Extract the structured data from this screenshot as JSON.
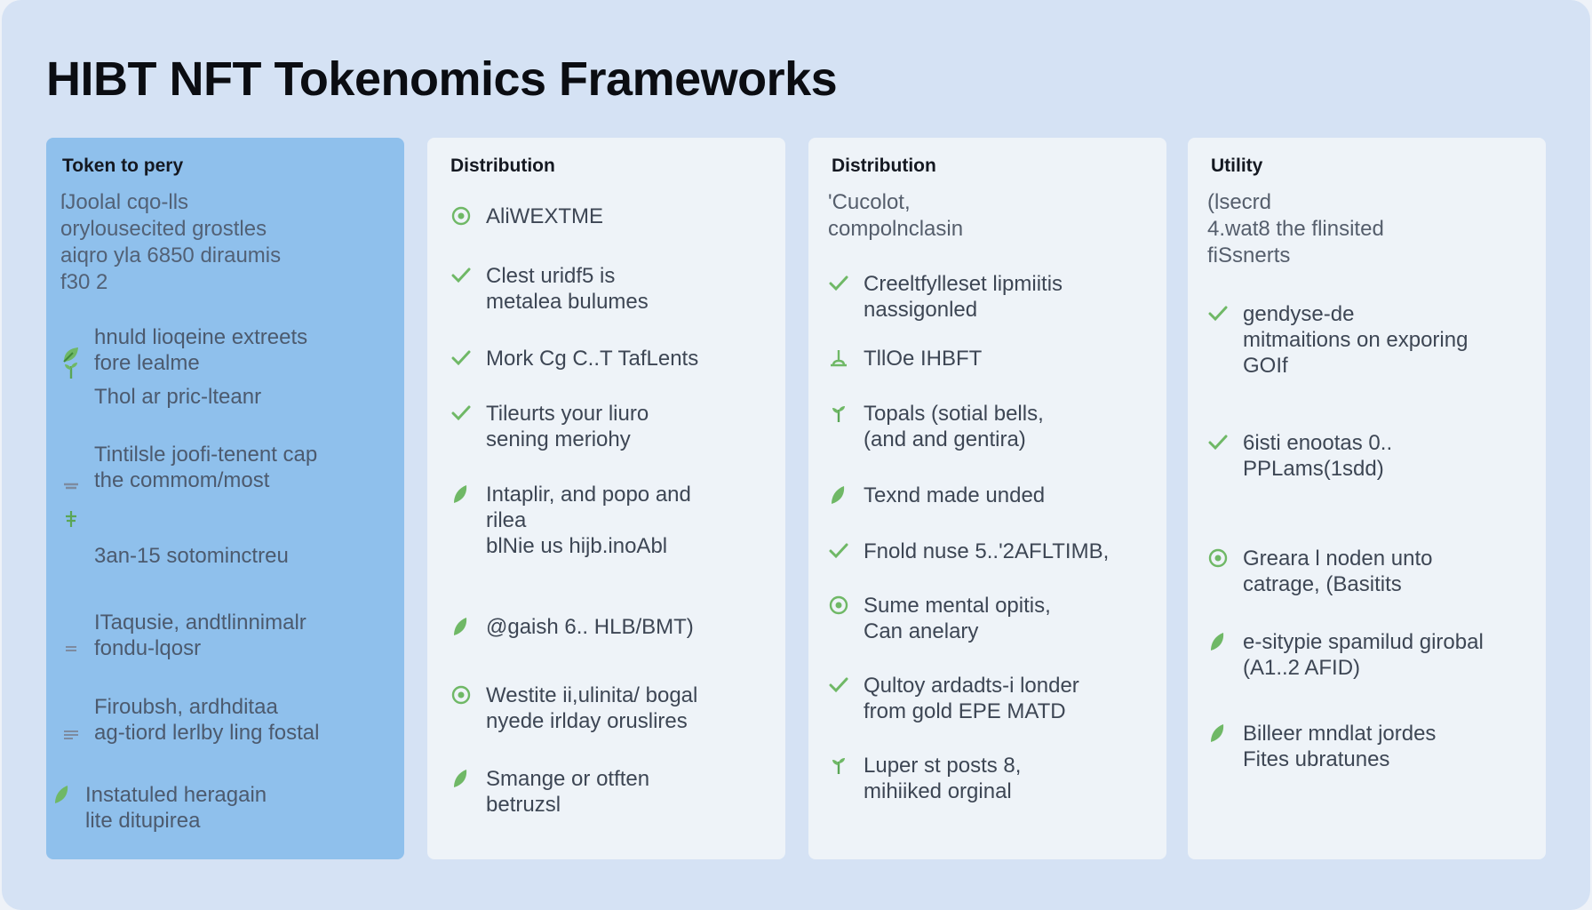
{
  "title": "HIBT NFT Tokenomics Frameworks",
  "colors": {
    "background": "#d5e2f4",
    "card": "#eef3f8",
    "card_highlight": "#8fc0ec",
    "icon_green": "#6fb866"
  },
  "columns": [
    {
      "heading": "Token to pery",
      "intro": "ſJoolal cqo-lls\norylousecited grostles\naiqro yla 6850 diraumis\nf30 2",
      "items": [
        {
          "icon": "leaf-icon",
          "text": "hnuld lioqeine extreets\nfore lealme"
        },
        {
          "icon": "sprout-icon",
          "text": "Thol ar pric-lteanr"
        },
        {
          "icon": "dash-icon",
          "text": "Tintilsle joofi-tenent cap\nthe commom/most"
        },
        {
          "icon": "sprout-icon",
          "text": "3an-15 sotominctreu"
        },
        {
          "icon": "dash-icon",
          "text": "ITaqusie, andtlinnimalr\nfondu-lqosr"
        },
        {
          "icon": "dash-icon",
          "text": "Firoubsh, ardhditaa\nag-tiord lerlby ling fostal"
        },
        {
          "icon": "leaf-icon",
          "text": "Instatuled heragain\nlite ditupirea"
        }
      ]
    },
    {
      "heading": "Distribution",
      "intro": "",
      "items": [
        {
          "icon": "target-icon",
          "text": "AliWEXTME"
        },
        {
          "icon": "check-icon",
          "text": "Clest uridf5 is\nmetalea bulumes"
        },
        {
          "icon": "check-icon",
          "text": "Mork Cg C..T TafLents"
        },
        {
          "icon": "check-icon",
          "text": "Tileurts your liuro\nsening meriohy"
        },
        {
          "icon": "leaf-icon",
          "text": "Intaplir, and popo and\nrilea\nblNie us hijb.inoAbl"
        },
        {
          "icon": "leaf-icon",
          "text": "@gaish 6.. HLB/BMT)"
        },
        {
          "icon": "target-icon",
          "text": "Westite ii,ulinita/ bogal\nnyede irlday oruslires"
        },
        {
          "icon": "leaf-icon",
          "text": "Smange or otften\nbetruzsl"
        }
      ]
    },
    {
      "heading": "Distribution",
      "intro": "'Cucolot,\ncompolnclasin",
      "items": [
        {
          "icon": "check-icon",
          "text": "Creeltfylleset lipmiitis\nnassigonled"
        },
        {
          "icon": "pin-icon",
          "text": "TllOe IHBFT"
        },
        {
          "icon": "sprout-icon",
          "text": "Topals (sotial bells,\n(and and gentira)"
        },
        {
          "icon": "leaf-icon",
          "text": "Texnd made unded"
        },
        {
          "icon": "check-icon",
          "text": "Fnold nuse 5..'2AFLTIMB,"
        },
        {
          "icon": "target-icon",
          "text": "Sume mental opitis,\nCan anelary"
        },
        {
          "icon": "check-icon",
          "text": "Qultoy ardadts-i londer\nfrom gold EPE MATD"
        },
        {
          "icon": "sprout-icon",
          "text": "Luper st posts 8,\nmihiiked orginal"
        }
      ]
    },
    {
      "heading": "Utility",
      "intro": "(lsecrd\n4.wat8 the flinsited\nfiSsnerts",
      "items": [
        {
          "icon": "check-icon",
          "text": "gendyse-de\nmitmaitions on exporing\nGOIf"
        },
        {
          "icon": "check-icon",
          "text": "6isti enootas 0..\nPPLams(1sdd)"
        },
        {
          "icon": "target-icon",
          "text": "Greara l noden unto\ncatrage, (Basitits"
        },
        {
          "icon": "leaf-icon",
          "text": "e-sitypie spamilud girobal\n(A1..2 AFID)"
        },
        {
          "icon": "leaf-icon",
          "text": "Billeer mndlat jordes\nFites ubratunes"
        }
      ]
    }
  ]
}
